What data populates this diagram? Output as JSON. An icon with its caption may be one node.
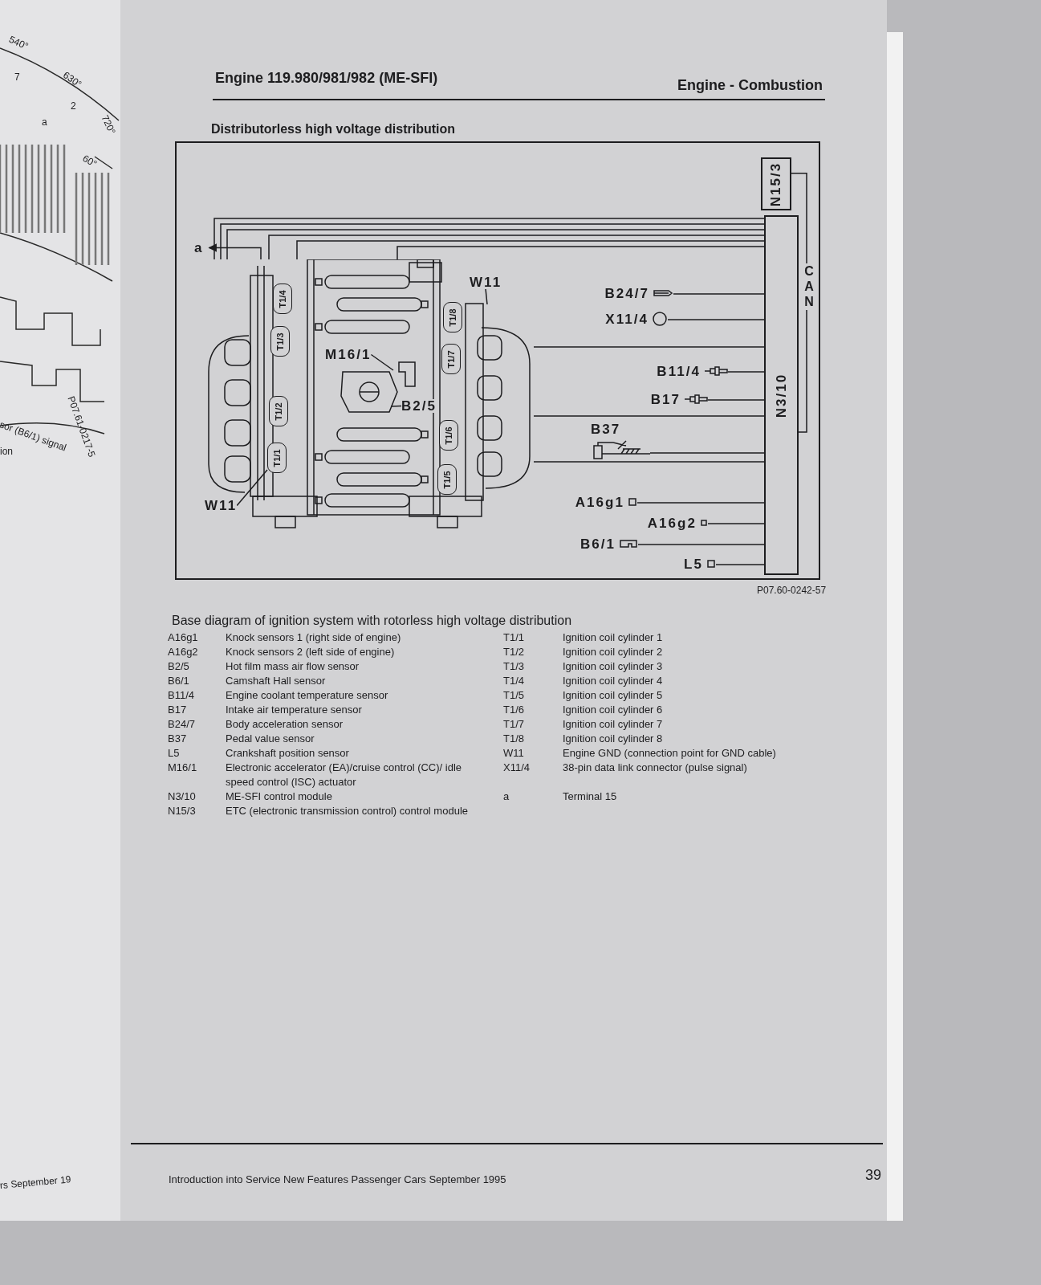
{
  "diagram": {
    "title": "Distributorless high voltage distribution",
    "caption": "Base diagram of ignition system with rotorless high voltage distribution",
    "nodes": [
      {
        "text": [
          "N15/3"
        ]
      },
      {
        "text": [
          "N3/10"
        ]
      },
      {
        "text": [
          "B24/7"
        ]
      },
      {
        "text": [
          "X11/4"
        ]
      },
      {
        "text": [
          "B11/4"
        ]
      },
      {
        "text": [
          "B17"
        ]
      },
      {
        "text": [
          "B37"
        ]
      },
      {
        "text": [
          "A16g1"
        ]
      },
      {
        "text": [
          "A16g2"
        ]
      },
      {
        "text": [
          "B6/1"
        ]
      },
      {
        "text": [
          "L5"
        ]
      },
      {
        "text": [],
        "shape": "picture"
      },
      {
        "text": [
          "T1/4"
        ],
        "in": 11
      },
      {
        "text": [
          "T1/3"
        ],
        "in": 11
      },
      {
        "text": [
          "T1/2"
        ],
        "in": 11
      },
      {
        "text": [
          "T1/1"
        ],
        "in": 11
      },
      {
        "text": [
          "T1/8"
        ],
        "in": 11
      },
      {
        "text": [
          "T1/7"
        ],
        "in": 11
      },
      {
        "text": [
          "T1/6"
        ],
        "in": 11
      },
      {
        "text": [
          "T1/5"
        ],
        "in": 11
      },
      {
        "text": [
          "M16/1"
        ],
        "in": 11
      },
      {
        "text": [
          "B2/5"
        ],
        "in": 11
      },
      {
        "text": [
          "W11"
        ],
        "in": 11
      },
      {
        "text": [
          "W11"
        ],
        "in": 11
      },
      {
        "text": [
          "a"
        ]
      }
    ],
    "edges": [
      {
        "from": 0,
        "to": 1,
        "arrow": "none",
        "label": "CAN"
      },
      {
        "from": 2,
        "to": 1,
        "arrow": "none"
      },
      {
        "from": 3,
        "to": 1,
        "arrow": "none"
      },
      {
        "from": 4,
        "to": 1,
        "arrow": "none"
      },
      {
        "from": 5,
        "to": 1,
        "arrow": "none"
      },
      {
        "from": 6,
        "to": 1,
        "arrow": "none"
      },
      {
        "from": 7,
        "to": 1,
        "arrow": "none"
      },
      {
        "from": 8,
        "to": 1,
        "arrow": "none"
      },
      {
        "from": 9,
        "to": 1,
        "arrow": "none"
      },
      {
        "from": 10,
        "to": 1,
        "arrow": "none"
      },
      {
        "from": 11,
        "to": 1,
        "arrow": "none"
      },
      {
        "from": 11,
        "to": 1,
        "arrow": "none"
      },
      {
        "from": 11,
        "to": 1,
        "arrow": "none"
      },
      {
        "from": 11,
        "to": 1,
        "arrow": "none"
      },
      {
        "from": 11,
        "to": 1,
        "arrow": "none"
      },
      {
        "from": 11,
        "to": 1,
        "arrow": "none"
      },
      {
        "from": 11,
        "to": 1,
        "arrow": "none"
      },
      {
        "from": 11,
        "to": 1,
        "arrow": "none"
      },
      {
        "from": 11,
        "to": 1,
        "arrow": "none"
      },
      {
        "from": 11,
        "to": 24,
        "arrow": "to"
      },
      {
        "from": 20,
        "to": null,
        "arrow": "none"
      },
      {
        "from": 21,
        "to": null,
        "arrow": "none"
      },
      {
        "from": 22,
        "to": null,
        "arrow": "none"
      },
      {
        "from": 23,
        "to": 15,
        "arrow": "none"
      }
    ],
    "labels": [
      "Engine 119.980/981/982 (ME-SFI)",
      "Engine - Combustion",
      "P07.60-0242-57",
      "A16g1",
      "Knock sensors 1 (right side of engine)",
      "T1/1",
      "Ignition coil cylinder 1",
      "A16g2",
      "Knock sensors 2 (left side of engine)",
      "T1/2",
      "Ignition coil cylinder 2",
      "B2/5",
      "Hot film mass air flow sensor",
      "T1/3",
      "Ignition coil cylinder 3",
      "B6/1",
      "Camshaft Hall sensor",
      "T1/4",
      "Ignition coil cylinder 4",
      "B11/4",
      "Engine coolant temperature sensor",
      "T1/5",
      "Ignition coil cylinder 5",
      "B17",
      "Intake air temperature sensor",
      "T1/6",
      "Ignition coil cylinder 6",
      "B24/7",
      "Body acceleration sensor",
      "T1/7",
      "Ignition coil cylinder 7",
      "B37",
      "Pedal value sensor",
      "T1/8",
      "Ignition coil cylinder 8",
      "L5",
      "Crankshaft position sensor",
      "W11",
      "Engine GND (connection point for GND cable)",
      "M16/1",
      "Electronic accelerator (EA)/cruise control (CC)/ idle speed control (ISC) actuator",
      "X11/4",
      "38-pin data link connector (pulse signal)",
      "N3/10",
      "ME-SFI control module",
      "a",
      "Terminal 15",
      "N15/3",
      "ETC (electronic transmission control) control module",
      "Introduction into Service New Features Passenger Cars September 1995",
      "39",
      "540°",
      "7",
      "630°",
      "2",
      "720°",
      "a",
      "60°",
      "P07.61-0217-5",
      "sor (B6/1) signal",
      "ion",
      "rs September 19"
    ]
  }
}
